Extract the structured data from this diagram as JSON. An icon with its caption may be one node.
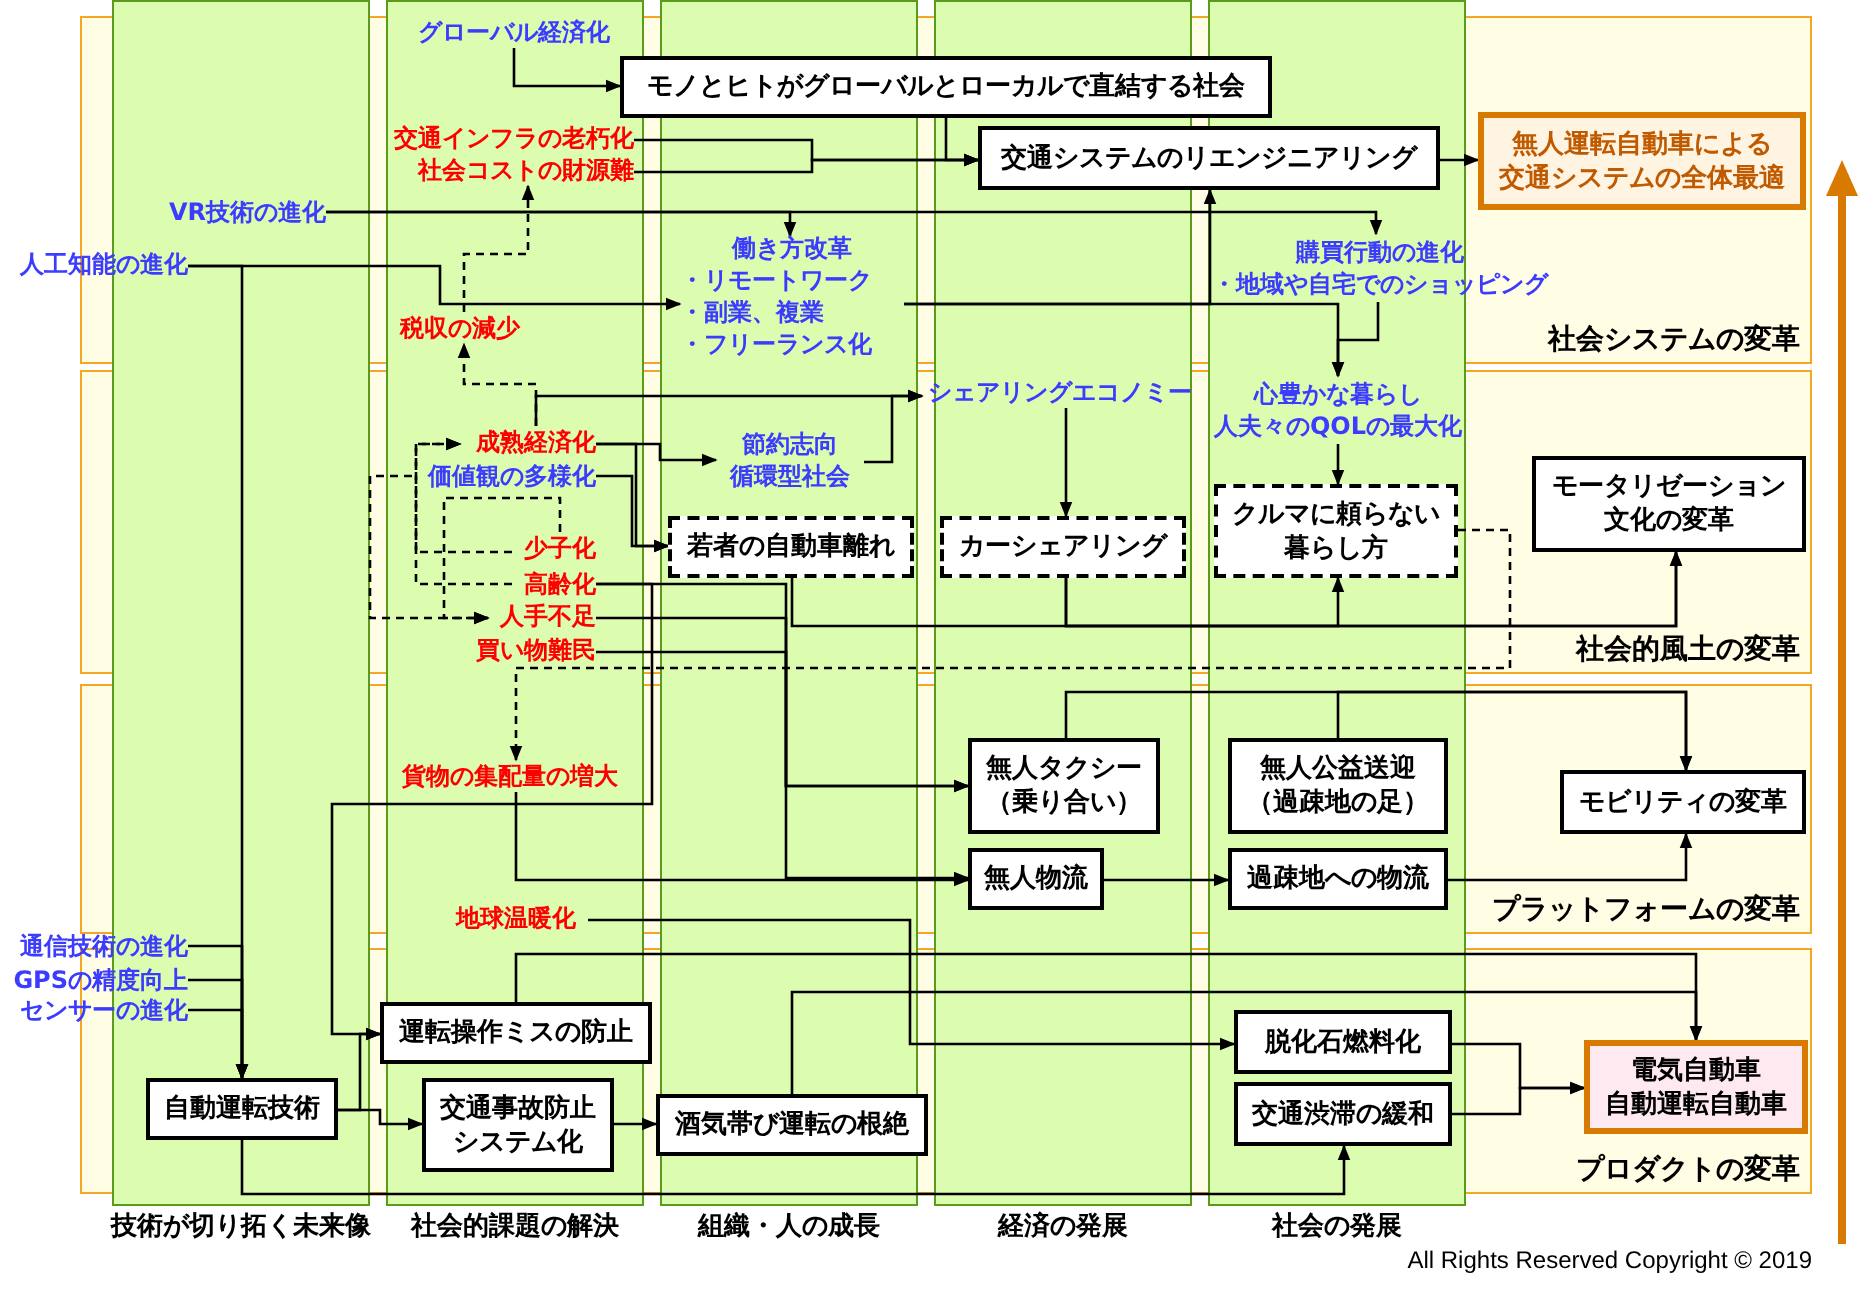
{
  "diagram": {
    "nodes": [
      {
        "text": [
          "グローバル経済化"
        ]
      },
      {
        "text": [
          "モノとヒトがグローバルとローカルで直結する社会"
        ]
      },
      {
        "text": [
          "交通インフラの老朽化"
        ]
      },
      {
        "text": [
          "社会コストの財源難"
        ]
      },
      {
        "text": [
          "交通システムのリエンジニアリング"
        ]
      },
      {
        "text": [
          "無人運転自動車による交通システムの全体最適"
        ]
      },
      {
        "text": [
          "VR技術の進化"
        ]
      },
      {
        "text": [
          "人工知能の進化"
        ]
      },
      {
        "text": [
          "働き方改革",
          "・リモートワーク",
          "・副業、複業",
          "・フリーランス化"
        ]
      },
      {
        "text": [
          "税収の減少"
        ]
      },
      {
        "text": [
          "購買行動の進化",
          "・地域や自宅でのショッピング"
        ]
      },
      {
        "text": [
          "シェアリングエコノミー"
        ]
      },
      {
        "text": [
          "心豊かな暮らし",
          "人夫々のQOLの最大化"
        ]
      },
      {
        "text": [
          "成熟経済化"
        ]
      },
      {
        "text": [
          "価値観の多様化"
        ]
      },
      {
        "text": [
          "節約志向",
          "循環型社会"
        ]
      },
      {
        "text": [
          "若者の自動車離れ"
        ]
      },
      {
        "text": [
          "カーシェアリング"
        ]
      },
      {
        "text": [
          "クルマに頼らない暮らし方"
        ]
      },
      {
        "text": [
          "モータリゼーション文化の変革"
        ]
      },
      {
        "text": [
          "少子化"
        ]
      },
      {
        "text": [
          "高齢化"
        ]
      },
      {
        "text": [
          "人手不足"
        ]
      },
      {
        "text": [
          "買い物難民"
        ]
      },
      {
        "text": [
          "貨物の集配量の増大"
        ]
      },
      {
        "text": [
          "無人タクシー",
          "（乗り合い）"
        ]
      },
      {
        "text": [
          "無人公益送迎",
          "（過疎地の足）"
        ]
      },
      {
        "text": [
          "モビリティの変革"
        ]
      },
      {
        "text": [
          "無人物流"
        ]
      },
      {
        "text": [
          "過疎地への物流"
        ]
      },
      {
        "text": [
          "地球温暖化"
        ]
      },
      {
        "text": [
          "通信技術の進化"
        ]
      },
      {
        "text": [
          "GPSの精度向上"
        ]
      },
      {
        "text": [
          "センサーの進化"
        ]
      },
      {
        "text": [
          "運転操作ミスの防止"
        ]
      },
      {
        "text": [
          "自動運転技術"
        ]
      },
      {
        "text": [
          "交通事故防止システム化"
        ]
      },
      {
        "text": [
          "酒気帯び運転の根絶"
        ]
      },
      {
        "text": [
          "脱化石燃料化"
        ]
      },
      {
        "text": [
          "交通渋滞の緩和"
        ]
      },
      {
        "text": [
          "電気自動車",
          "自動運転自動車"
        ]
      }
    ],
    "edges": [
      {
        "from": 0,
        "to": 1,
        "arrow": "to"
      },
      {
        "from": 2,
        "to": 4,
        "arrow": "to"
      },
      {
        "from": 3,
        "to": 4,
        "arrow": "to"
      },
      {
        "from": 1,
        "to": 4,
        "arrow": "to"
      },
      {
        "from": 4,
        "to": 5,
        "arrow": "to"
      },
      {
        "from": 6,
        "to": 8,
        "arrow": "to"
      },
      {
        "from": 6,
        "to": 10,
        "arrow": "to"
      },
      {
        "from": 7,
        "to": 8,
        "arrow": "to"
      },
      {
        "from": 7,
        "to": 35,
        "arrow": "to"
      },
      {
        "from": 9,
        "to": 3,
        "arrow": "to",
        "style": "dashed"
      },
      {
        "from": 8,
        "to": 12,
        "arrow": "to"
      },
      {
        "from": 10,
        "to": 12,
        "arrow": "to"
      },
      {
        "from": 8,
        "to": 4,
        "arrow": "to"
      },
      {
        "from": 13,
        "to": 11,
        "arrow": "to"
      },
      {
        "from": 13,
        "to": 9,
        "arrow": "to",
        "style": "dashed"
      },
      {
        "from": 13,
        "to": 15,
        "arrow": "to"
      },
      {
        "from": 15,
        "to": 11,
        "arrow": "to"
      },
      {
        "from": 11,
        "to": 17,
        "arrow": "to"
      },
      {
        "from": 12,
        "to": 18,
        "arrow": "to"
      },
      {
        "from": 13,
        "to": 16,
        "arrow": "to"
      },
      {
        "from": 14,
        "to": 16,
        "arrow": "to"
      },
      {
        "from": 14,
        "to": 22,
        "arrow": "to",
        "style": "dashed"
      },
      {
        "from": 20,
        "to": 13,
        "arrow": "to",
        "style": "dashed"
      },
      {
        "from": 21,
        "to": 13,
        "arrow": "to",
        "style": "dashed"
      },
      {
        "from": 20,
        "to": 22,
        "arrow": "to",
        "style": "dashed"
      },
      {
        "from": 21,
        "to": 25,
        "arrow": "to"
      },
      {
        "from": 22,
        "to": 28,
        "arrow": "to"
      },
      {
        "from": 23,
        "to": 25,
        "arrow": "to"
      },
      {
        "from": 21,
        "to": 34,
        "arrow": "to"
      },
      {
        "from": 16,
        "to": 19,
        "arrow": "to"
      },
      {
        "from": 17,
        "to": 19,
        "arrow": "to"
      },
      {
        "from": 17,
        "to": 18,
        "arrow": "to"
      },
      {
        "from": 18,
        "to": 24,
        "arrow": "to",
        "style": "dashed"
      },
      {
        "from": 24,
        "to": 28,
        "arrow": "to"
      },
      {
        "from": 25,
        "to": 27,
        "arrow": "to"
      },
      {
        "from": 26,
        "to": 27,
        "arrow": "to"
      },
      {
        "from": 28,
        "to": 29,
        "arrow": "to"
      },
      {
        "from": 29,
        "to": 27,
        "arrow": "to"
      },
      {
        "from": 30,
        "to": 38,
        "arrow": "to"
      },
      {
        "from": 38,
        "to": 40,
        "arrow": "to"
      },
      {
        "from": 39,
        "to": 40,
        "arrow": "to"
      },
      {
        "from": 34,
        "to": 40,
        "arrow": "to"
      },
      {
        "from": 37,
        "to": 40,
        "arrow": "to"
      },
      {
        "from": 31,
        "to": 35,
        "arrow": "to"
      },
      {
        "from": 32,
        "to": 35,
        "arrow": "to"
      },
      {
        "from": 33,
        "to": 35,
        "arrow": "to"
      },
      {
        "from": 35,
        "to": 34,
        "arrow": "to"
      },
      {
        "from": 35,
        "to": 36,
        "arrow": "to"
      },
      {
        "from": 36,
        "to": 37,
        "arrow": "to"
      },
      {
        "from": 35,
        "to": 39,
        "arrow": "to"
      }
    ],
    "labels": [
      "社会システムの変革",
      "社会的風土の変革",
      "プラットフォームの変革",
      "プロダクトの変革",
      "技術が切り拓く未来像",
      "社会的課題の解決",
      "組織・人の成長",
      "経済の発展",
      "社会の発展",
      "All Rights Reserved Copyright © 2019"
    ]
  }
}
